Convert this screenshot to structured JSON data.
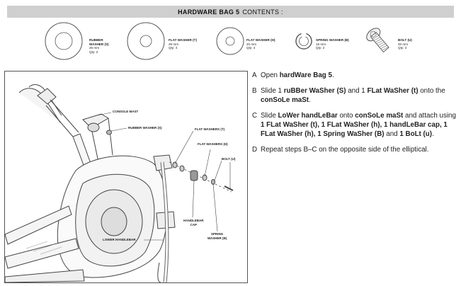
{
  "header": {
    "title_bold": "HARDWARE BAG 5",
    "title_rest": "CONTENTS :"
  },
  "parts": [
    {
      "name": "RUBBER",
      "name2": "WASHER (S)",
      "size": "26 mm",
      "qty": "Qty: 2"
    },
    {
      "name": "FLAT WASHER (T)",
      "size": "26 mm",
      "qty": "Qty: 4"
    },
    {
      "name": "FLAT WASHER (H)",
      "size": "20 mm",
      "qty": "Qty: 4"
    },
    {
      "name": "SPRING WASHER (B)",
      "size": "15 mm",
      "qty": "Qty: 2"
    },
    {
      "name": "BOLT (U)",
      "size": "20 mm",
      "qty": "Qty: 2"
    }
  ],
  "callouts": {
    "console_mast": "CONSOLE MAST",
    "rubber_washer": "RUBBER WASHER (S)",
    "flat_washers_t": "FLAT WASHERS (T)",
    "flat_washers_h": "FLAT WASHERS (H)",
    "bolt_u": "BOLT (U)",
    "handlebar_cap_1": "HANDLEBAR",
    "handlebar_cap_2": "CAP",
    "spring_washer_1": "SPRING",
    "spring_washer_2": "WASHER (B)",
    "lower_handlebar": "LOWER HANDLEBAR"
  },
  "steps": {
    "a": {
      "letter": "A",
      "t1": "Open ",
      "b1": "hardWare Bag 5",
      "t2": "."
    },
    "b": {
      "letter": "B",
      "t1": "Slide 1 ",
      "b1": "ruBBer WaSher (S)",
      "t2": " and 1 ",
      "b2": "FLat WaSher (t)",
      "t3": " onto the ",
      "b3": "conSoLe maSt",
      "t4": "."
    },
    "c": {
      "letter": "C",
      "t1": "Slide ",
      "b1": "LoWer handLeBar",
      "t2": " onto ",
      "b2": "conSoLe maSt",
      "t3": " and attach using ",
      "b3": "1 FLat WaSher (t), 1 FLat WaSher (h), 1 handLeBar cap, 1 FLat WaSher (h), 1 Spring WaSher (B)",
      "t4": " and ",
      "b4": "1 BoLt (u)",
      "t5": "."
    },
    "d": {
      "letter": "D",
      "t1": "Repeat steps B–C on the opposite side of the elliptical."
    }
  }
}
